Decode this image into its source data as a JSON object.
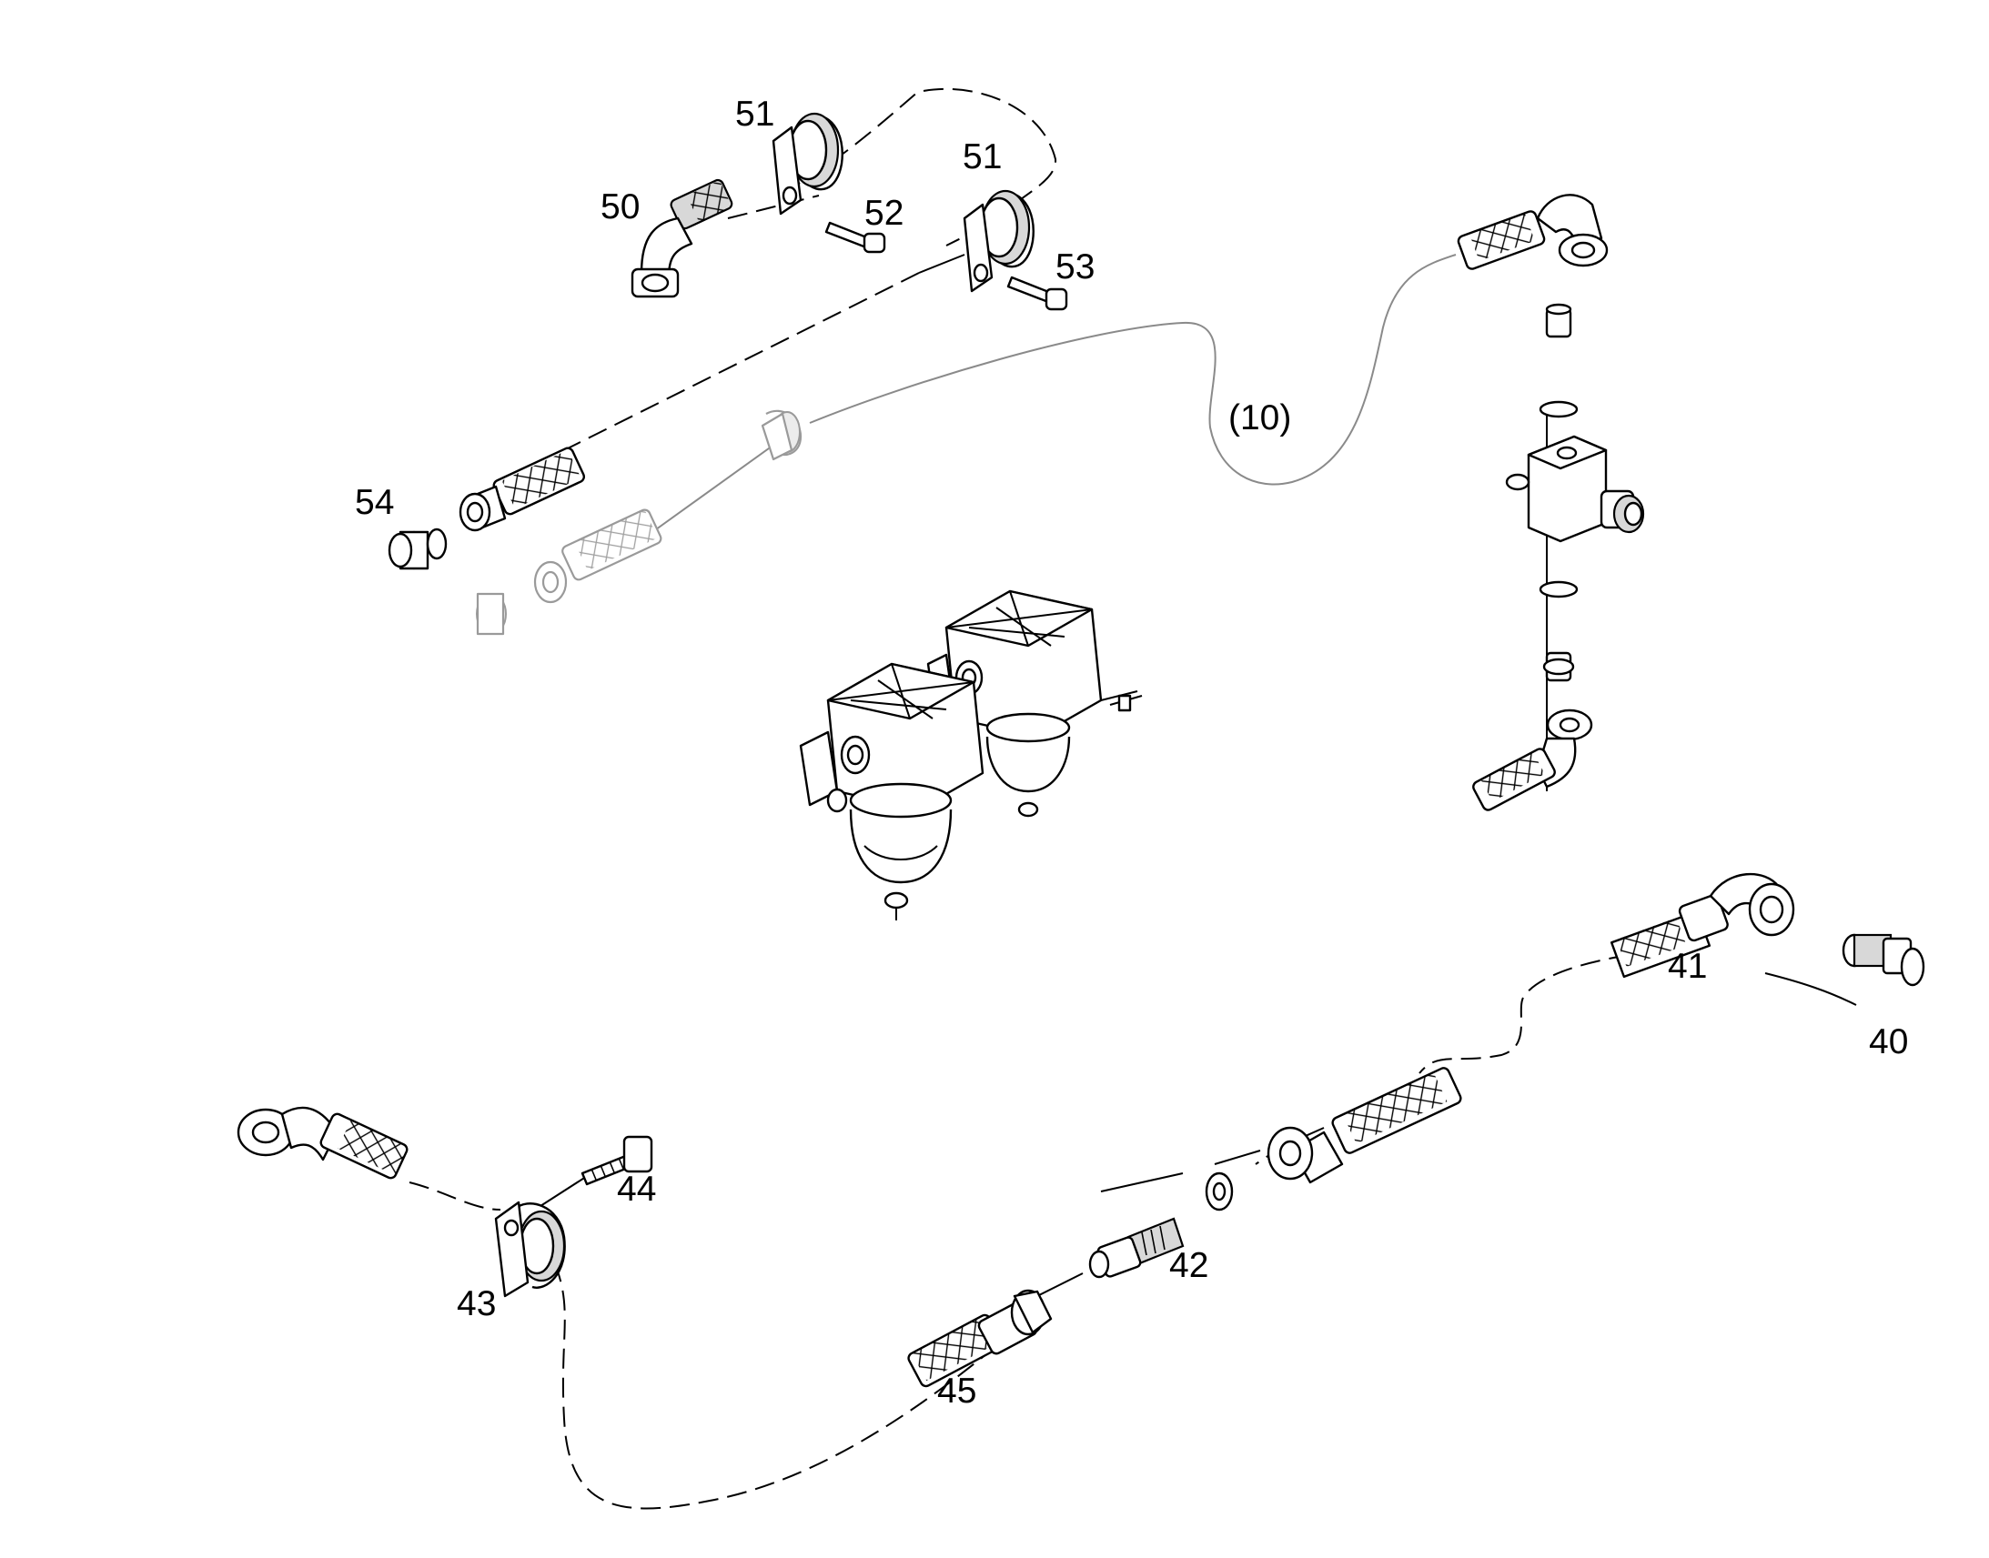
{
  "callouts": {
    "c40": "40",
    "c41": "41",
    "c42": "42",
    "c43": "43",
    "c44": "44",
    "c45": "45",
    "c50": "50",
    "c51a": "51",
    "c51b": "51",
    "c52": "52",
    "c53": "53",
    "c54": "54",
    "ref10": "(10)"
  }
}
